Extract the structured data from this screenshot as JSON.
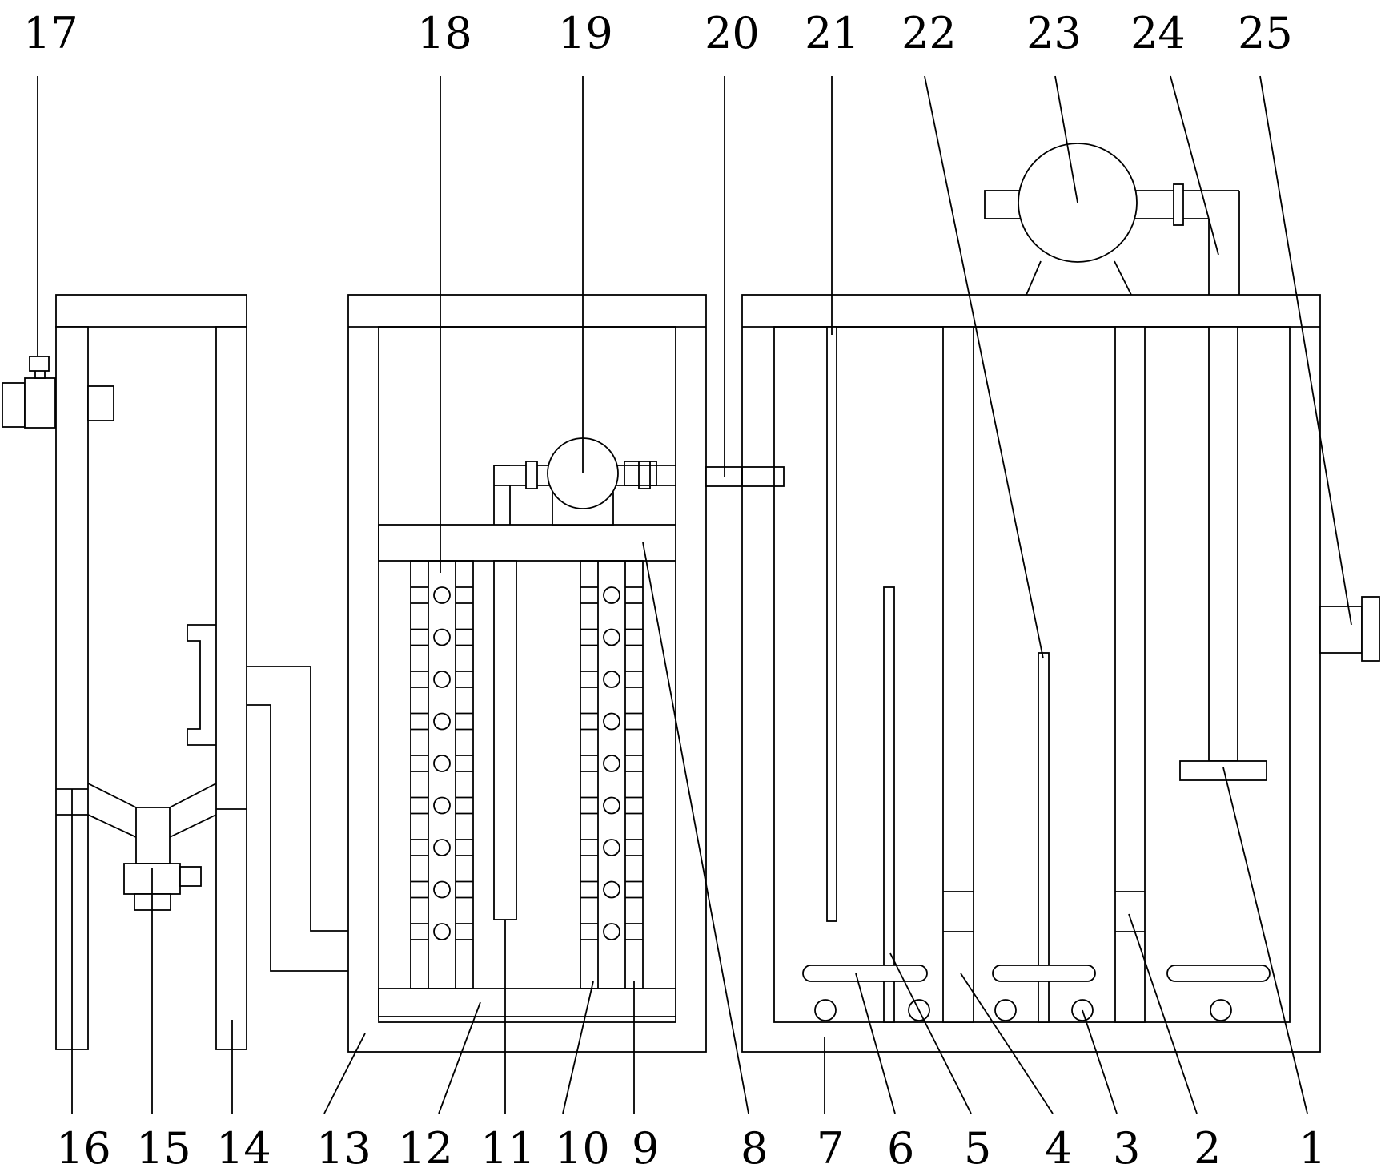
{
  "diagram": {
    "top_labels": [
      "17",
      "18",
      "19",
      "20",
      "21",
      "22",
      "23",
      "24",
      "25"
    ],
    "bottom_labels": [
      "16",
      "15",
      "14",
      "13",
      "12",
      "11",
      "10",
      "9",
      "8",
      "7",
      "6",
      "5",
      "4",
      "3",
      "2",
      "1"
    ]
  }
}
